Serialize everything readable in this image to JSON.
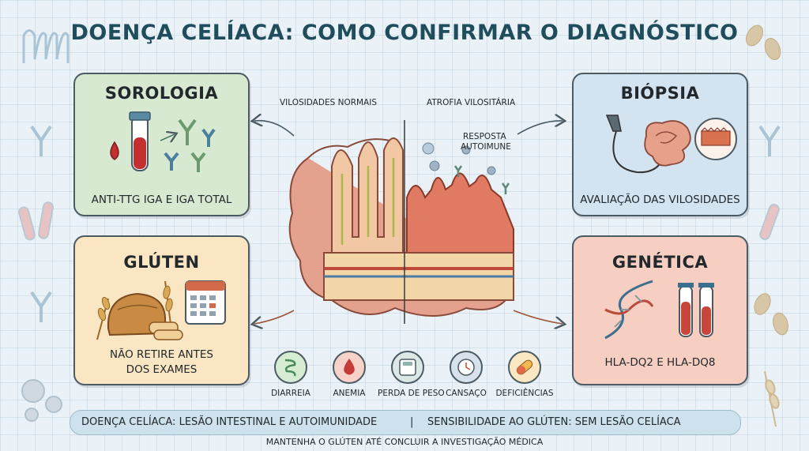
{
  "title": "DOENÇA CELÍACA: COMO CONFIRMAR O DIAGNÓSTICO",
  "cards": {
    "sorologia": {
      "heading": "SOROLOGIA",
      "caption": "ANTI-TTG IGA E IGA TOTAL"
    },
    "gluten": {
      "heading": "GLÚTEN",
      "caption_line1": "NÃO RETIRE ANTES",
      "caption_line2": "DOS EXAMES"
    },
    "biopsia": {
      "heading": "BIÓPSIA",
      "caption": "AVALIAÇÃO DAS VILOSIDADES"
    },
    "genetica": {
      "heading": "GENÉTICA",
      "caption": "HLA-DQ2 E HLA-DQ8"
    }
  },
  "center": {
    "normal_label": "VILOSIDADES NORMAIS",
    "atrophy_label": "ATROFIA VILOSITÁRIA",
    "response_line1": "RESPOSTA",
    "response_line2": "AUTOIMUNE"
  },
  "symptoms": [
    {
      "label": "DIARREIA",
      "icon": "intestine-icon"
    },
    {
      "label": "ANEMIA",
      "icon": "blood-drop-icon"
    },
    {
      "label": "PERDA DE PESO",
      "icon": "scale-icon"
    },
    {
      "label": "CANSAÇO",
      "icon": "clock-icon"
    },
    {
      "label": "DEFICIÊNCIAS",
      "icon": "pill-icon"
    }
  ],
  "banner": {
    "left": "DOENÇA CELÍACA: LESÃO INTESTINAL E AUTOIMUNIDADE",
    "separator": "|",
    "right": "SENSIBILIDADE AO GLÚTEN: SEM LESÃO CELÍACA"
  },
  "footer": "MANTENHA O GLÚTEN ATÉ CONCLUIR A INVESTIGAÇÃO MÉDICA"
}
